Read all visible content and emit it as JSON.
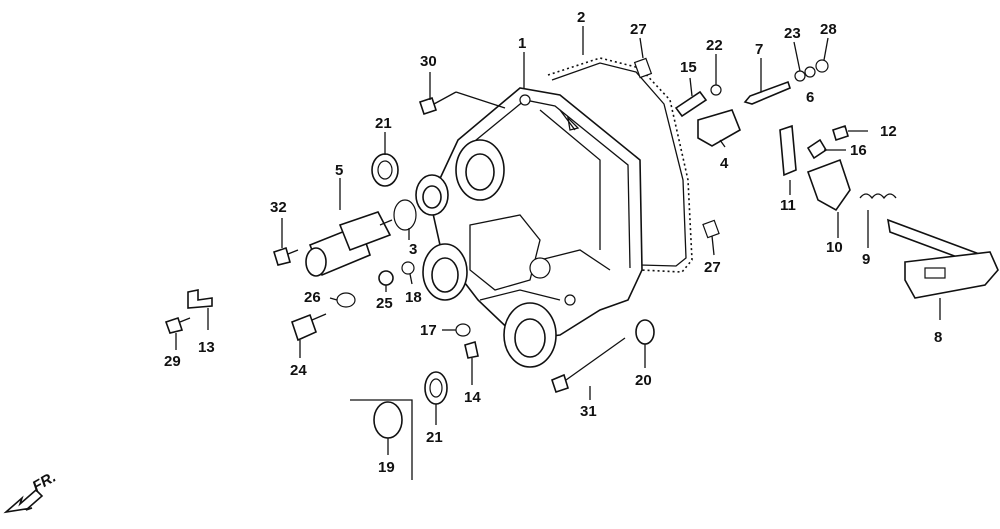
{
  "diagram": {
    "callouts": [
      {
        "id": "c1",
        "text": "1"
      },
      {
        "id": "c2",
        "text": "2"
      },
      {
        "id": "c3",
        "text": "3"
      },
      {
        "id": "c4",
        "text": "4"
      },
      {
        "id": "c5",
        "text": "5"
      },
      {
        "id": "c6",
        "text": "6"
      },
      {
        "id": "c7",
        "text": "7"
      },
      {
        "id": "c8",
        "text": "8"
      },
      {
        "id": "c9",
        "text": "9"
      },
      {
        "id": "c10",
        "text": "10"
      },
      {
        "id": "c11",
        "text": "11"
      },
      {
        "id": "c12",
        "text": "12"
      },
      {
        "id": "c13",
        "text": "13"
      },
      {
        "id": "c14",
        "text": "14"
      },
      {
        "id": "c15",
        "text": "15"
      },
      {
        "id": "c16",
        "text": "16"
      },
      {
        "id": "c17",
        "text": "17"
      },
      {
        "id": "c18",
        "text": "18"
      },
      {
        "id": "c19",
        "text": "19"
      },
      {
        "id": "c20",
        "text": "20"
      },
      {
        "id": "c21a",
        "text": "21"
      },
      {
        "id": "c21b",
        "text": "21"
      },
      {
        "id": "c22",
        "text": "22"
      },
      {
        "id": "c23",
        "text": "23"
      },
      {
        "id": "c24",
        "text": "24"
      },
      {
        "id": "c25",
        "text": "25"
      },
      {
        "id": "c26",
        "text": "26"
      },
      {
        "id": "c27a",
        "text": "27"
      },
      {
        "id": "c27b",
        "text": "27"
      },
      {
        "id": "c28",
        "text": "28"
      },
      {
        "id": "c29",
        "text": "29"
      },
      {
        "id": "c30",
        "text": "30"
      },
      {
        "id": "c31",
        "text": "31"
      },
      {
        "id": "c32",
        "text": "32"
      }
    ],
    "front_indicator": "FR."
  }
}
